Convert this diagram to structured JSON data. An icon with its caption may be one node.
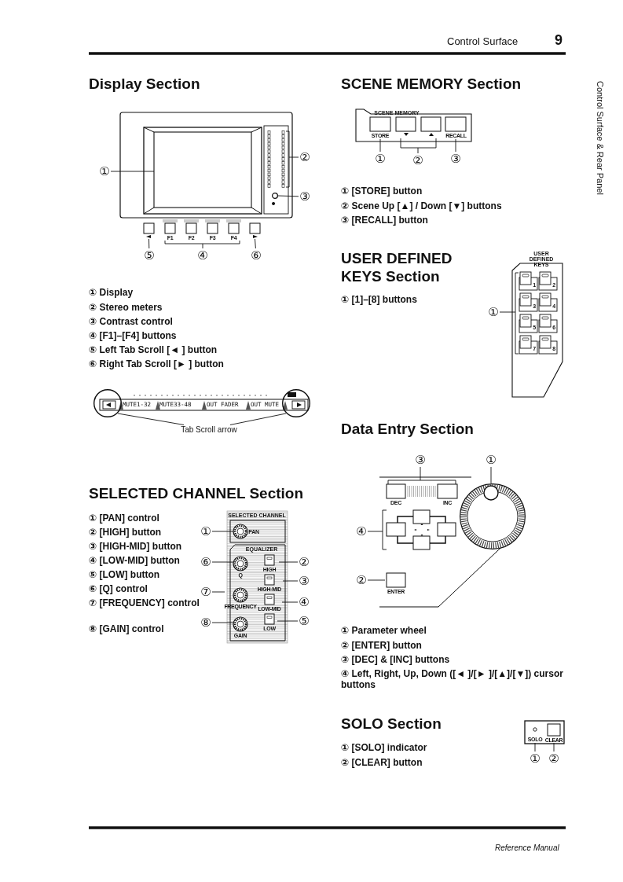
{
  "diagram": {
    "nodes": [
      {
        "text": [
          "①"
        ]
      },
      {
        "text": [
          "②"
        ]
      },
      {
        "text": [
          "③"
        ]
      },
      {
        "text": [
          "④"
        ]
      },
      {
        "text": [
          "⑤"
        ]
      },
      {
        "text": [
          "⑥"
        ]
      },
      {
        "text": [
          "①"
        ]
      },
      {
        "text": [
          "②"
        ]
      },
      {
        "text": [
          "③"
        ]
      },
      {
        "text": [
          "①"
        ]
      },
      {
        "text": [],
        "shape": "circle"
      },
      {
        "text": [],
        "shape": "circle"
      },
      {
        "text": [
          "Tab Scroll arrow"
        ]
      },
      {
        "text": [
          "①"
        ]
      },
      {
        "text": [
          "②"
        ]
      },
      {
        "text": [
          "③"
        ]
      },
      {
        "text": [
          "④"
        ]
      },
      {
        "text": [
          "⑤"
        ]
      },
      {
        "text": [
          "⑥"
        ]
      },
      {
        "text": [
          "⑦"
        ]
      },
      {
        "text": [
          "⑧"
        ]
      },
      {
        "text": [
          "③"
        ]
      },
      {
        "text": [
          "①"
        ]
      },
      {
        "text": [
          "④"
        ]
      },
      {
        "text": [
          "②"
        ]
      },
      {
        "text": [
          "①"
        ]
      },
      {
        "text": [
          "②"
        ]
      },
      {
        "text": [],
        "shape": "box"
      },
      {
        "text": [],
        "shape": "bar"
      },
      {
        "text": [],
        "shape": "circle"
      },
      {
        "text": [
          "F1",
          "F2",
          "F3",
          "F4"
        ]
      },
      {
        "text": [],
        "shape": "box"
      },
      {
        "text": [],
        "shape": "box"
      },
      {
        "text": [
          "STORE"
        ]
      },
      {
        "text": [],
        "shape": "box"
      },
      {
        "text": [
          "RECALL"
        ]
      },
      {
        "text": [
          "1",
          "2",
          "3",
          "4",
          "5",
          "6",
          "7",
          "8"
        ]
      },
      {
        "text": [
          "PAN"
        ]
      },
      {
        "text": [
          "Q"
        ]
      },
      {
        "text": [
          "FREQUENCY"
        ]
      },
      {
        "text": [
          "GAIN"
        ]
      },
      {
        "text": [
          "HIGH"
        ]
      },
      {
        "text": [
          "HIGH-MID"
        ]
      },
      {
        "text": [
          "LOW-MID"
        ]
      },
      {
        "text": [
          "LOW"
        ]
      },
      {
        "text": [
          "DEC",
          "INC"
        ]
      },
      {
        "text": [],
        "shape": "circle"
      },
      {
        "text": [],
        "shape": "box"
      },
      {
        "text": [
          "ENTER"
        ]
      },
      {
        "text": [
          "SOLO"
        ]
      },
      {
        "text": [
          "CLEAR"
        ]
      }
    ],
    "edges": [
      {
        "from": 0,
        "to": 27,
        "arrow": "none"
      },
      {
        "from": 1,
        "to": 28,
        "arrow": "none"
      },
      {
        "from": 2,
        "to": 29,
        "arrow": "none"
      },
      {
        "from": 3,
        "to": 30,
        "arrow": "none"
      },
      {
        "from": 4,
        "to": 31,
        "arrow": "none"
      },
      {
        "from": 5,
        "to": 32,
        "arrow": "none"
      },
      {
        "from": 6,
        "to": 33,
        "arrow": "none"
      },
      {
        "from": 7,
        "to": 34,
        "arrow": "none"
      },
      {
        "from": 8,
        "to": 35,
        "arrow": "none"
      },
      {
        "from": 9,
        "to": 36,
        "arrow": "none"
      },
      {
        "from": 12,
        "to": 10,
        "arrow": "none"
      },
      {
        "from": 12,
        "to": 11,
        "arrow": "none"
      },
      {
        "from": 13,
        "to": 37,
        "arrow": "none"
      },
      {
        "from": 14,
        "to": 41,
        "arrow": "none"
      },
      {
        "from": 15,
        "to": 42,
        "arrow": "none"
      },
      {
        "from": 16,
        "to": 43,
        "arrow": "none"
      },
      {
        "from": 17,
        "to": 44,
        "arrow": "none"
      },
      {
        "from": 18,
        "to": 38,
        "arrow": "none"
      },
      {
        "from": 19,
        "to": 39,
        "arrow": "none"
      },
      {
        "from": 20,
        "to": 40,
        "arrow": "none"
      },
      {
        "from": 21,
        "to": 45,
        "arrow": "none"
      },
      {
        "from": 22,
        "to": 46,
        "arrow": "none"
      },
      {
        "from": 23,
        "to": 47,
        "arrow": "none"
      },
      {
        "from": 24,
        "to": 48,
        "arrow": "none"
      },
      {
        "from": 25,
        "to": 49,
        "arrow": "none"
      },
      {
        "from": 26,
        "to": 50,
        "arrow": "none"
      }
    ],
    "labels": [
      "Control Surface",
      "9",
      "Control Surface & Rear Panel",
      "Display Section",
      "① Display",
      "② Stereo meters",
      "③ Contrast control",
      "④ [F1]–[F4] buttons",
      "⑤ Left Tab Scroll [◄ ] button",
      "⑥ Right Tab Scroll [► ] button",
      "MUTE1-32",
      "MUTE33-48",
      "OUT FADER",
      "OUT MUTE",
      "SELECTED CHANNEL Section",
      "① [PAN] control",
      "② [HIGH] button",
      "③ [HIGH-MID] button",
      "④ [LOW-MID] button",
      "⑤ [LOW] button",
      "⑥ [Q] control",
      "⑦ [FREQUENCY] control",
      "⑧ [GAIN] control",
      "SELECTED CHANNEL",
      "EQUALIZER",
      "SCENE MEMORY Section",
      "SCENE MEMORY",
      "① [STORE] button",
      "② Scene Up [▲] / Down [▼] buttons",
      "③ [RECALL] button",
      "USER DEFINED KEYS Section",
      "① [1]–[8] buttons",
      "USER DEFINED KEYS",
      "Data Entry Section",
      "① Parameter wheel",
      "② [ENTER] button",
      "③ [DEC] & [INC] buttons",
      "④ Left, Right, Up, Down ([◄ ]/[► ]/[▲]/[▼]) cursor buttons",
      "SOLO Section",
      "① [SOLO] indicator",
      "② [CLEAR] button",
      "Reference Manual"
    ]
  }
}
